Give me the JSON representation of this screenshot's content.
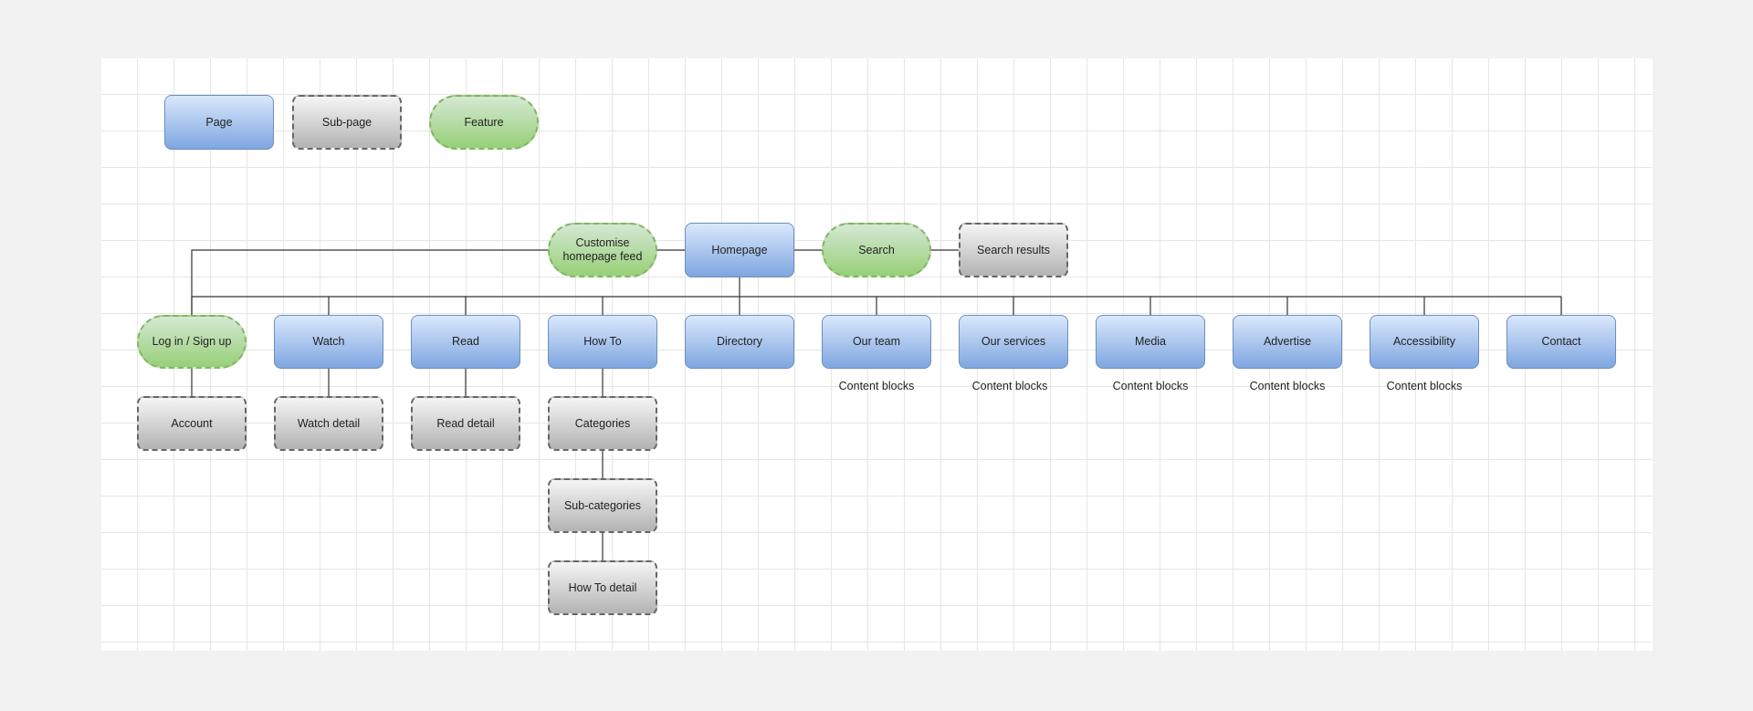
{
  "legend": {
    "page": "Page",
    "subpage": "Sub-page",
    "feature": "Feature"
  },
  "nodes": {
    "customise_feed": "Customise homepage feed",
    "homepage": "Homepage",
    "search": "Search",
    "search_results": "Search results",
    "login": "Log in / Sign up",
    "watch": "Watch",
    "read": "Read",
    "howto": "How To",
    "directory": "Directory",
    "our_team": "Our team",
    "our_services": "Our services",
    "media": "Media",
    "advertise": "Advertise",
    "accessibility": "Accessibility",
    "contact": "Contact",
    "account": "Account",
    "watch_detail": "Watch detail",
    "read_detail": "Read detail",
    "categories": "Categories",
    "sub_categories": "Sub-categories",
    "howto_detail": "How To detail"
  },
  "notes": {
    "content_blocks": "Content blocks"
  },
  "colors": {
    "page_fill": "#dae8fc",
    "page_border": "#6c8ebf",
    "subpage_fill": "#f5f5f5",
    "subpage_border": "#666666",
    "feature_fill": "#d5e8d4",
    "feature_border": "#82b366",
    "connector": "#333333"
  }
}
